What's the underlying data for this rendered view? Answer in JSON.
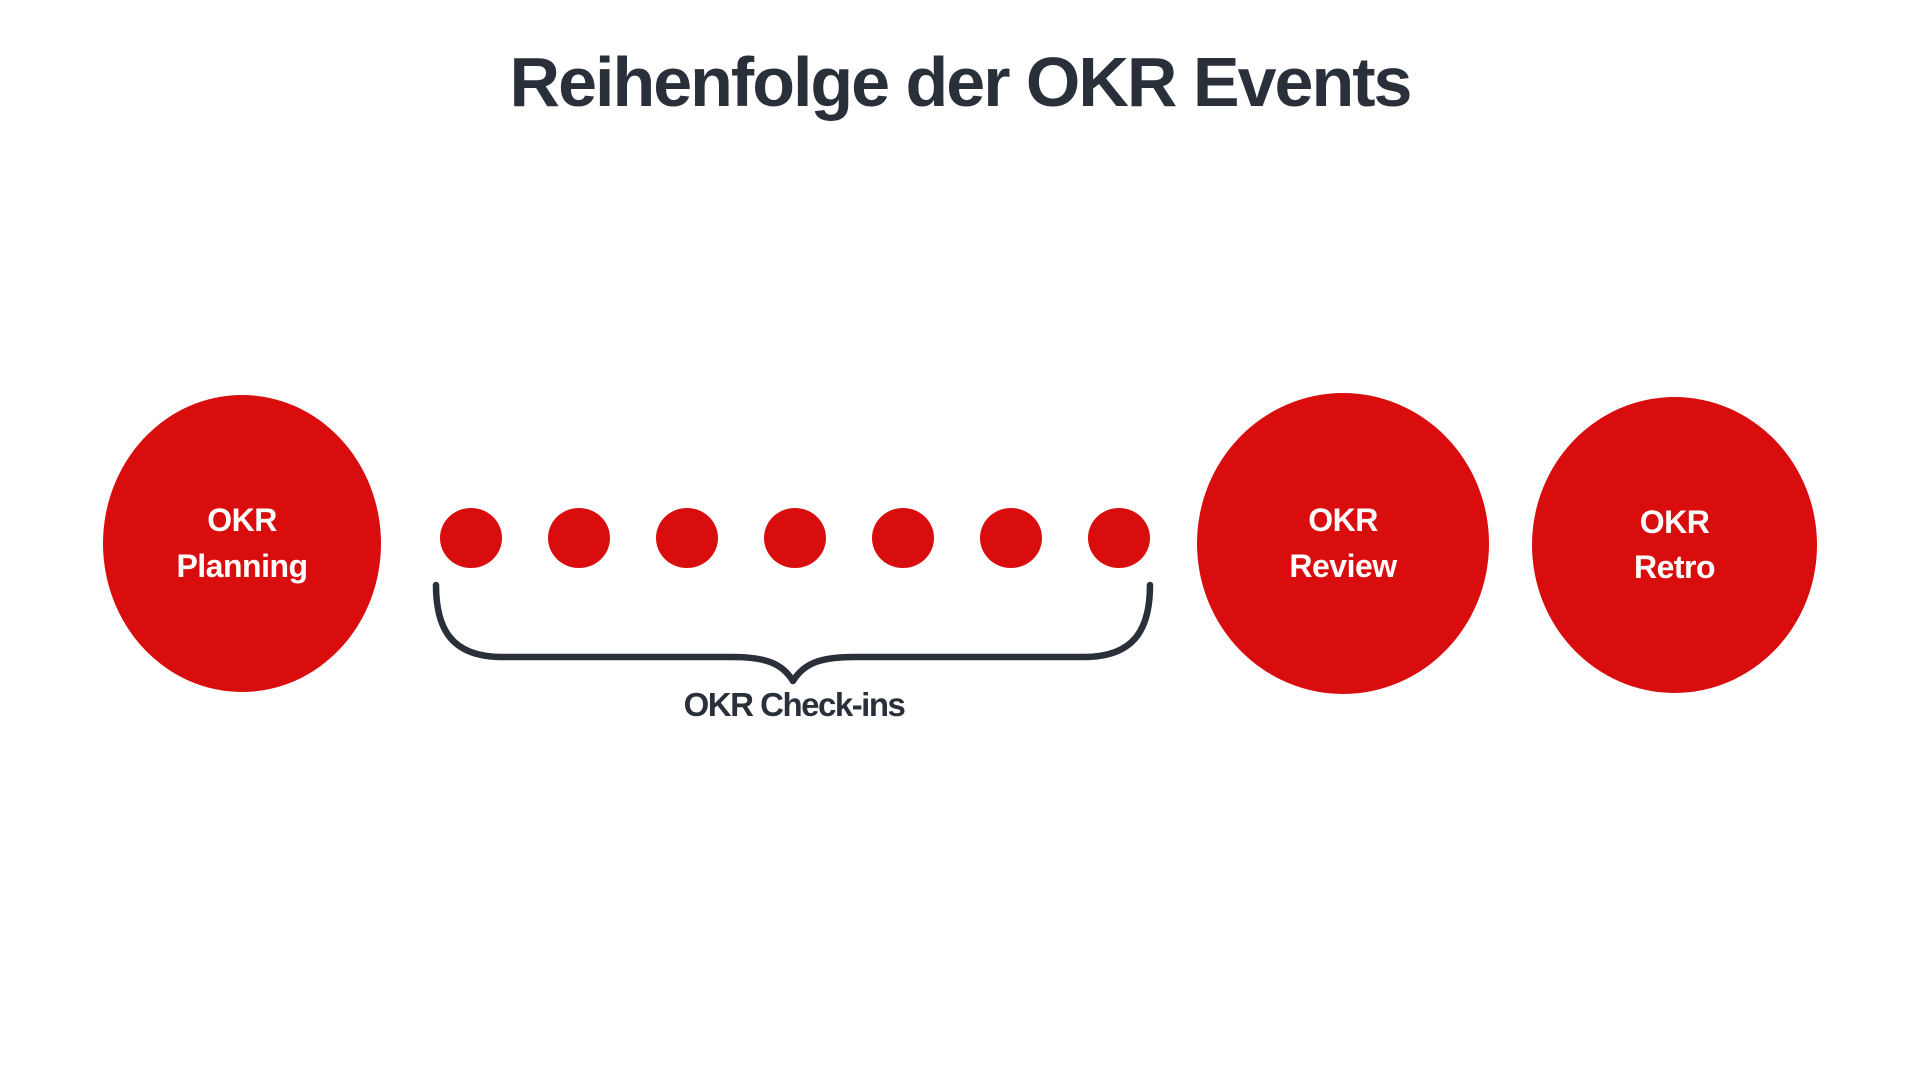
{
  "title": "Reihenfolge der OKR Events",
  "colors": {
    "red": "#D90D0D",
    "dark": "#2A303A",
    "white": "#FFFFFF",
    "bg": "#FFFFFF"
  },
  "events": [
    {
      "id": "planning",
      "line1": "OKR",
      "line2": "Planning"
    },
    {
      "id": "review",
      "line1": "OKR",
      "line2": "Review"
    },
    {
      "id": "retro",
      "line1": "OKR",
      "line2": "Retro"
    }
  ],
  "checkins": {
    "label": "OKR Check-ins",
    "dot_count": 7
  }
}
